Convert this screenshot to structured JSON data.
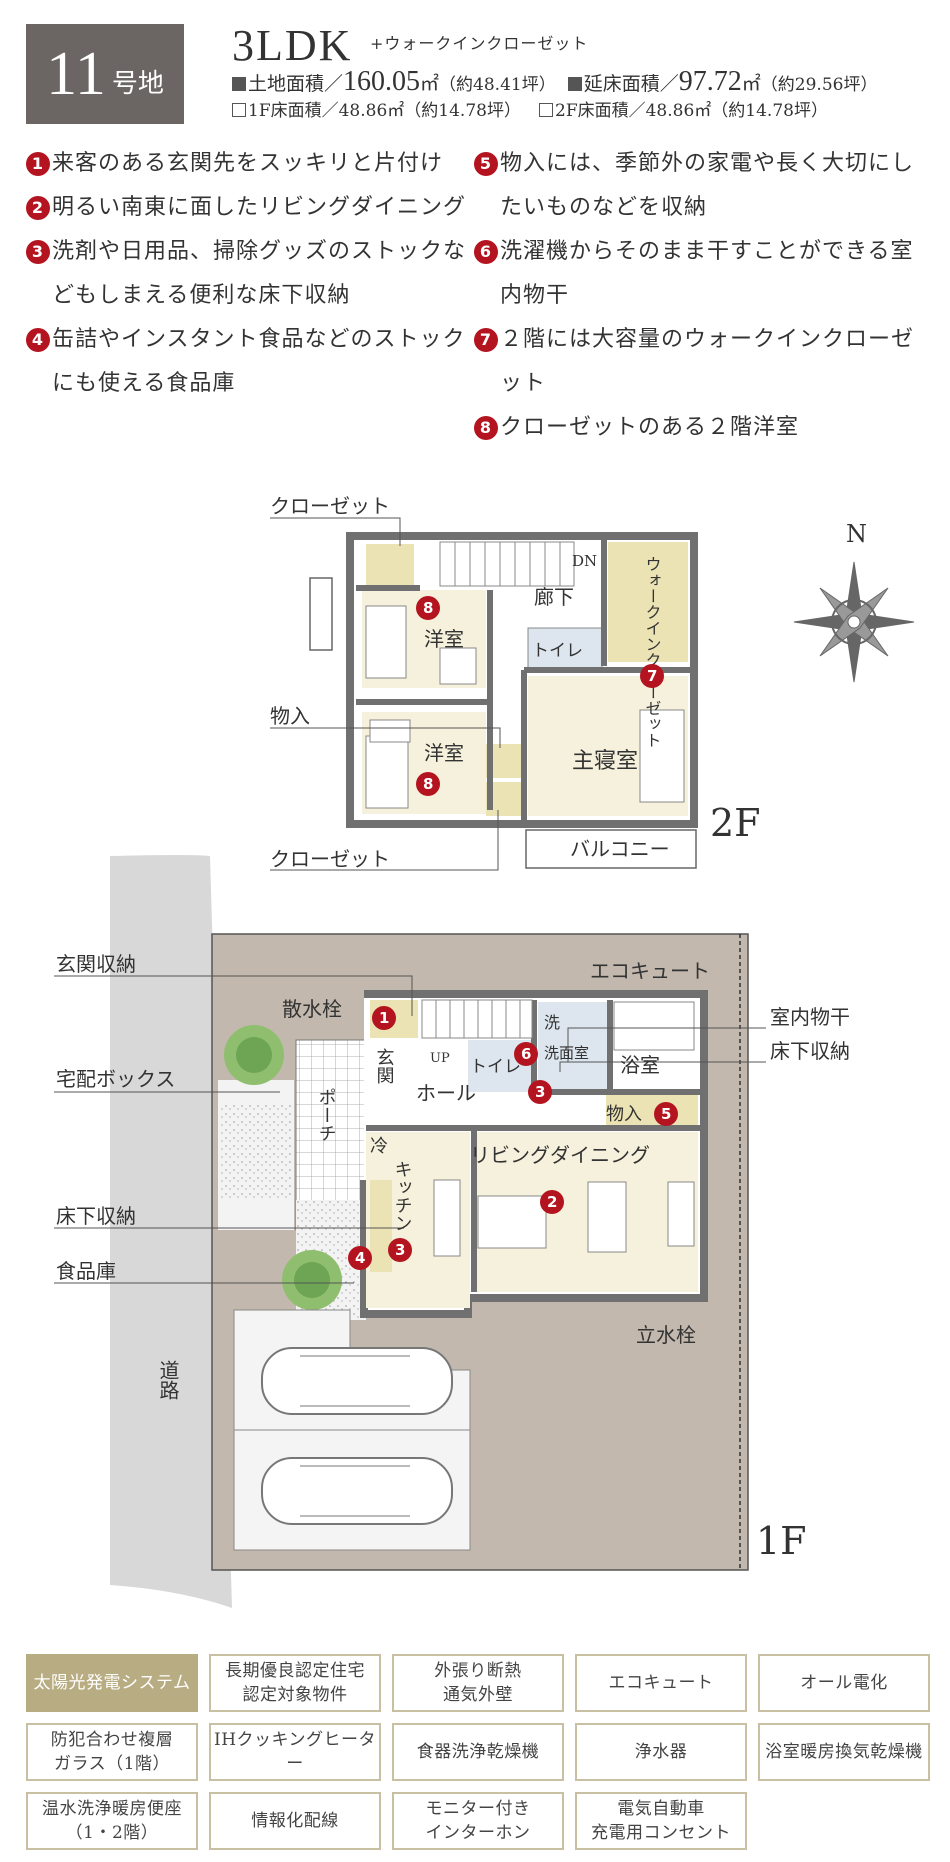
{
  "header": {
    "lot_number": "11",
    "lot_suffix": "号地",
    "plan": "3LDK",
    "plan_sub": "+ウォークインクローゼット",
    "land_label": "土地面積／",
    "land_value": "160.05",
    "land_unit": "㎡",
    "land_tsubo": "（約48.41坪）",
    "floor_label": "延床面積／",
    "floor_value": "97.72",
    "floor_unit": "㎡",
    "floor_tsubo": "（約29.56坪）",
    "f1_area": "1F床面積／48.86㎡（約14.78坪）",
    "f2_area": "2F床面積／48.86㎡（約14.78坪）"
  },
  "features": [
    {
      "n": "1",
      "text": "来客のある玄関先をスッキリと片付け"
    },
    {
      "n": "2",
      "text": "明るい南東に面したリビングダイニング"
    },
    {
      "n": "3",
      "text": "洗剤や日用品、掃除グッズのストックなどもしまえる便利な床下収納"
    },
    {
      "n": "4",
      "text": "缶詰やインスタント食品などのストックにも使える食品庫"
    },
    {
      "n": "5",
      "text": "物入には、季節外の家電や長く大切にしたいものなどを収納"
    },
    {
      "n": "6",
      "text": "洗濯機からそのまま干すことができる室内物干"
    },
    {
      "n": "7",
      "text": "２階には大容量のウォークインクローゼット"
    },
    {
      "n": "8",
      "text": "クローゼットのある２階洋室"
    }
  ],
  "floor2": {
    "label": "2F",
    "closet_top": "クローゼット",
    "storage": "物入",
    "closet_bottom": "クローゼット",
    "room_western": "洋室",
    "room_western2": "洋室",
    "hallway": "廊下",
    "toilet": "トイレ",
    "wic": "ウォークインクローゼット",
    "master": "主寝室",
    "balcony": "バルコニー",
    "dn": "DN",
    "compass": "N"
  },
  "floor1": {
    "label": "1F",
    "entrance_storage": "玄関収納",
    "delivery_box": "宅配ボックス",
    "underfloor": "床下収納",
    "pantry": "食品庫",
    "road": "道路",
    "faucet": "散水栓",
    "ecocute": "エコキュート",
    "indoor_dry": "室内物干",
    "underfloor_right": "床下収納",
    "entrance": "玄関",
    "porch": "ポーチ",
    "hall": "ホール",
    "toilet": "トイレ",
    "washroom": "洗面室",
    "washer": "洗",
    "bath": "浴室",
    "storage": "物入",
    "fridge": "冷",
    "kitchen": "キッチン",
    "living": "リビングダイニング",
    "standpipe": "立水栓",
    "up": "UP"
  },
  "equipment": [
    {
      "label": "太陽光発電システム",
      "on": true
    },
    {
      "label": "長期優良認定住宅\n認定対象物件",
      "on": false
    },
    {
      "label": "外張り断熱\n通気外壁",
      "on": false
    },
    {
      "label": "エコキュート",
      "on": false
    },
    {
      "label": "オール電化",
      "on": false
    },
    {
      "label": "防犯合わせ複層\nガラス（1階）",
      "on": false
    },
    {
      "label": "IHクッキングヒーター",
      "on": false
    },
    {
      "label": "食器洗浄乾燥機",
      "on": false
    },
    {
      "label": "浄水器",
      "on": false
    },
    {
      "label": "浴室暖房換気乾燥機",
      "on": false
    },
    {
      "label": "温水洗浄暖房便座\n（1・2階）",
      "on": false
    },
    {
      "label": "情報化配線",
      "on": false
    },
    {
      "label": "モニター付き\nインターホン",
      "on": false
    },
    {
      "label": "電気自動車\n充電用コンセント",
      "on": false
    }
  ],
  "colors": {
    "accent": "#b3141f",
    "badge_bg": "#6b6663",
    "equip_on": "#b8ac83",
    "lot_bg": "#c2b8ad",
    "room": "#f6f1dc",
    "storage": "#ece3b4",
    "wall": "#707070"
  }
}
